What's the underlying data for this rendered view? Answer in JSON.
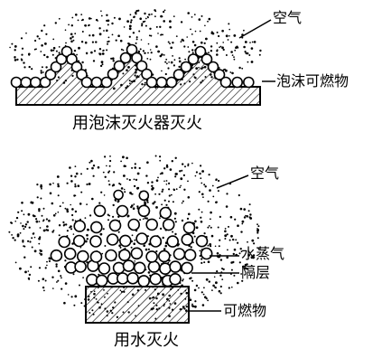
{
  "top_panel": {
    "label_air": "空气",
    "label_foam_fuel": "泡沫可燃物",
    "caption": "用泡沫灭火器灭火"
  },
  "bottom_panel": {
    "label_air": "空气",
    "label_steam": "水蒸气",
    "label_barrier": "隔层",
    "label_fuel": "可燃物",
    "caption": "用水灭火"
  }
}
